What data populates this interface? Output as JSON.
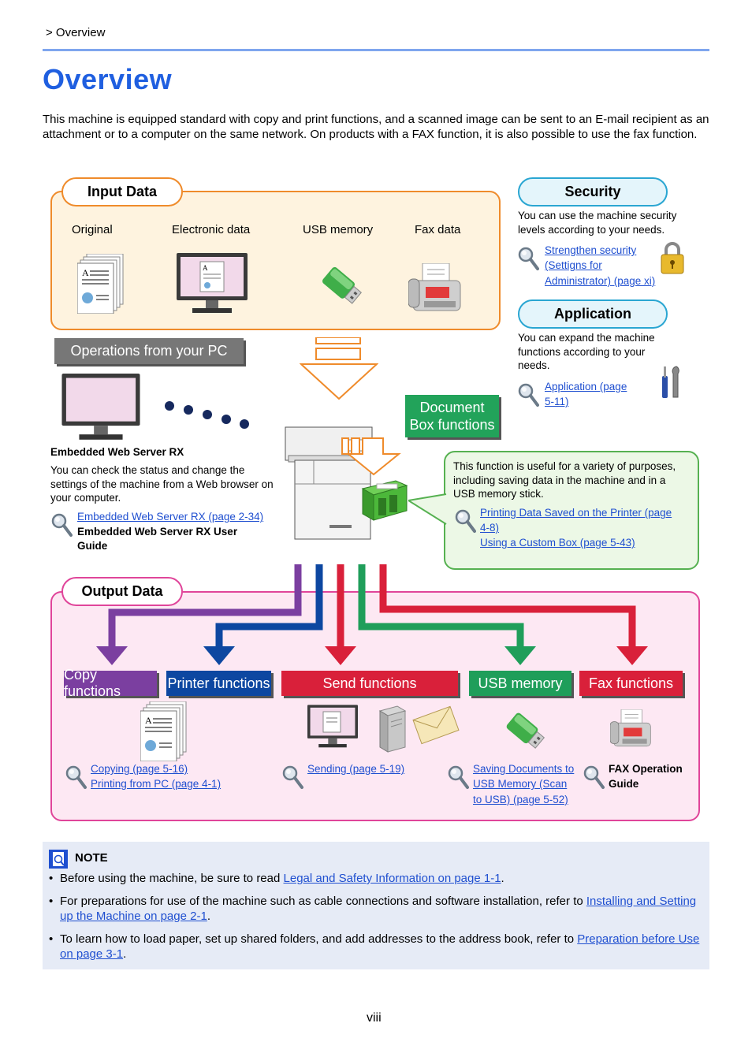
{
  "breadcrumb": "> Overview",
  "title": "Overview",
  "intro": "This machine is equipped standard with copy and print functions, and a scanned image can be sent to an E-mail recipient as an attachment or to a computer on the same network. On products with a FAX function, it is also possible to use the fax function.",
  "input": {
    "heading": "Input Data",
    "items": [
      "Original",
      "Electronic data",
      "USB memory",
      "Fax data"
    ]
  },
  "security": {
    "heading": "Security",
    "text": "You can use the machine security levels according to your needs.",
    "link": [
      "Strengthen security ",
      "(Settigns for ",
      "Administrator) (page xi)"
    ]
  },
  "application": {
    "heading": "Application",
    "text": "You can expand the machine functions according to your needs.",
    "link": [
      "Application (page ",
      "5-11)"
    ]
  },
  "pc": {
    "tab": "Operations from your PC",
    "heading": "Embedded Web Server RX",
    "text": "You can check the status and change the settings of the machine from a Web browser on your computer.",
    "link": "Embedded Web Server RX (page 2-34)",
    "guide": "Embedded Web Server RX User Guide"
  },
  "docbox": {
    "tab": [
      "Document",
      "Box functions"
    ],
    "text": "This function is useful for a variety of purposes, including saving data in the machine and in a USB memory stick.",
    "links": [
      "Printing Data Saved on the Printer (page ",
      "4-8)",
      "Using a Custom Box (page 5-43)"
    ]
  },
  "output": {
    "heading": "Output Data",
    "functions": [
      "Copy functions",
      "Printer functions",
      "Send functions",
      "USB memory",
      "Fax functions"
    ],
    "copy_links": [
      "Copying (page 5-16)",
      "Printing from PC (page 4-1)"
    ],
    "send_link": "Sending (page 5-19)",
    "usb_links": [
      "Saving Documents to ",
      "USB Memory (Scan ",
      "to USB) (page 5-52)"
    ],
    "fax_guide": [
      "FAX Operation",
      "Guide"
    ]
  },
  "note": {
    "heading": "NOTE",
    "items": [
      {
        "pre": "Before using the machine, be sure to read ",
        "link": "Legal and Safety Information on page 1-1",
        "post": "."
      },
      {
        "pre": "For preparations for use of the machine such as cable connections and software installation, refer to ",
        "link": "Installing and Setting up the Machine on page 2-1",
        "post": "."
      },
      {
        "pre": "To learn how to load paper, set up shared folders, and add addresses to the address book, refer to ",
        "link": "Preparation before Use on page 3-1",
        "post": "."
      }
    ]
  },
  "page_number": "viii",
  "colors": {
    "title": "#1f5fe0",
    "link": "#1f4fd0",
    "copy": "#7b3fa0",
    "printer": "#0d47a1",
    "send": "#d9203a",
    "usb": "#1f9e5a",
    "fax": "#d9203a",
    "docbox": "#22a35a"
  }
}
